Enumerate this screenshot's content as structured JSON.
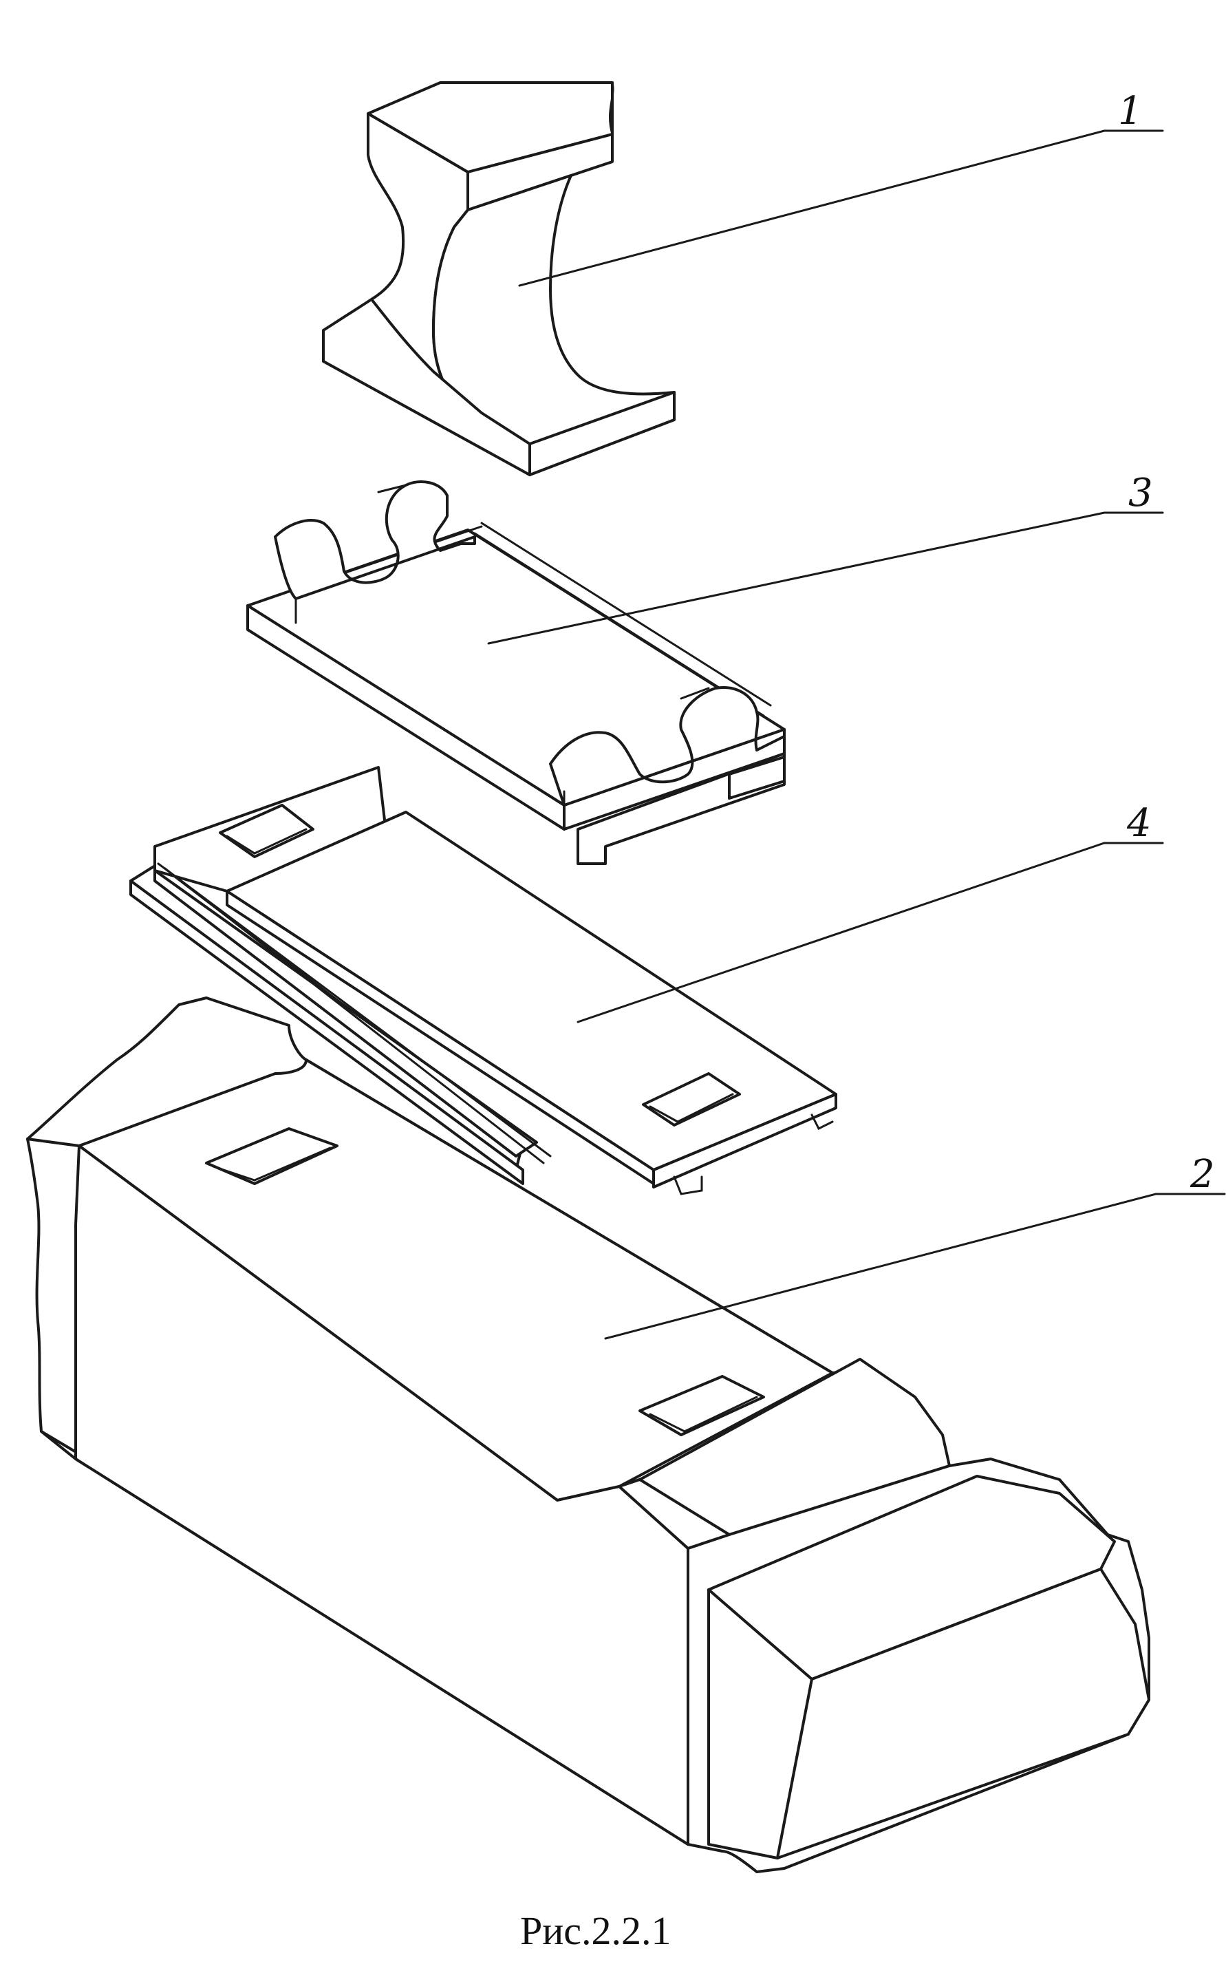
{
  "callouts": [
    {
      "id": "1",
      "label": "1"
    },
    {
      "id": "2",
      "label": "2"
    },
    {
      "id": "3",
      "label": "3"
    },
    {
      "id": "4",
      "label": "4"
    }
  ],
  "caption": "Рис.2.2.1"
}
